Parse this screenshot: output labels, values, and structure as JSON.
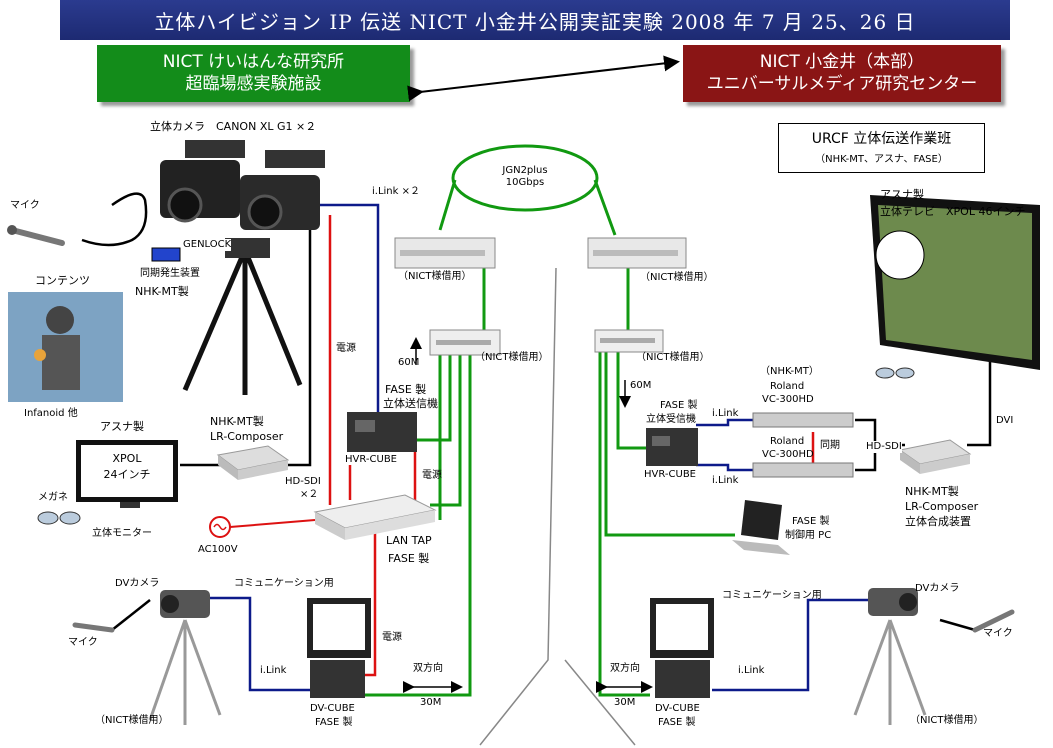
{
  "title": "立体ハイビジョン IP 伝送 NICT 小金井公開実証実験 2008 年 7 月 25、26 日",
  "left_site": {
    "line1": "NICT けいはんな研究所",
    "line2": "超臨場感実験施設"
  },
  "right_site": {
    "line1": "NICT 小金井（本部）",
    "line2": "ユニバーサルメディア研究センター"
  },
  "team": {
    "name": "URCF 立体伝送作業班",
    "members": "（NHK-MT、アスナ、FASE）"
  },
  "jgn": {
    "line1": "JGN2plus",
    "line2": "10Gbps"
  },
  "left": {
    "camera": "立体カメラ　CANON XL G1 ×２",
    "mic": "マイク",
    "genlock": "GENLOCK",
    "sync_gen": "同期発生装置",
    "nhkmt": "NHK-MT製",
    "contents": "コンテンツ",
    "infanoid": "Infanoid 他",
    "ilink2": "i.Link ×２",
    "power1": "電源",
    "switch1": "（NICT様借用）",
    "switch2": "（NICT様借用）",
    "m60": "60M",
    "tx_label1": "FASE 製",
    "tx_label2": "立体送信機",
    "hvr": "HVR-CUBE",
    "power2": "電源",
    "asuna": "アスナ製",
    "lrc_maker": "NHK-MT製",
    "lrc_name": "LR-Composer",
    "xpol1": "XPOL",
    "xpol2": "24インチ",
    "hdsdi1": "HD-SDI",
    "hdsdi2": "×２",
    "glasses": "メガネ",
    "monitor": "立体モニター",
    "ac": "AC100V",
    "lantap1": "LAN TAP",
    "lantap2": "FASE 製",
    "dvcam": "DVカメラ",
    "comm": "コミュニケーション用",
    "mic2": "マイク",
    "power3": "電源",
    "ilink": "i.Link",
    "duplex": "双方向",
    "m30": "30M",
    "dvcube": "DV-CUBE",
    "fase": "FASE 製",
    "nict": "（NICT様借用）"
  },
  "right": {
    "asuna": "アスナ製",
    "tv": "立体テレビ　XPOL 46インチ",
    "switch1": "（NICT様借用）",
    "switch2": "（NICT様借用）",
    "m60": "60M",
    "nhkmt": "（NHK-MT）",
    "roland1": "Roland",
    "vc1": "VC-300HD",
    "roland2": "Roland",
    "vc2": "VC-300HD",
    "sync": "同期",
    "hdsdi": "HD-SDI",
    "dvi": "DVI",
    "rx1": "FASE 製",
    "rx2": "立体受信機",
    "ilink_a": "i.Link",
    "ilink_b": "i.Link",
    "hvr": "HVR-CUBE",
    "lrc_maker": "NHK-MT製",
    "lrc_name": "LR-Composer",
    "lrc_desc": "立体合成装置",
    "pc1": "FASE 製",
    "pc2": "制御用 PC",
    "comm": "コミュニケーション用",
    "dvcam": "DVカメラ",
    "mic": "マイク",
    "duplex": "双方向",
    "ilink": "i.Link",
    "m30": "30M",
    "dvcube": "DV-CUBE",
    "fase": "FASE 製",
    "nict": "（NICT様借用）"
  },
  "colors": {
    "title_bg": "#1d2a72",
    "left_site": "#138c1a",
    "right_site": "#8a1515",
    "green_link": "#119911",
    "blue_link": "#0d1a8a",
    "red_link": "#dd1111"
  }
}
